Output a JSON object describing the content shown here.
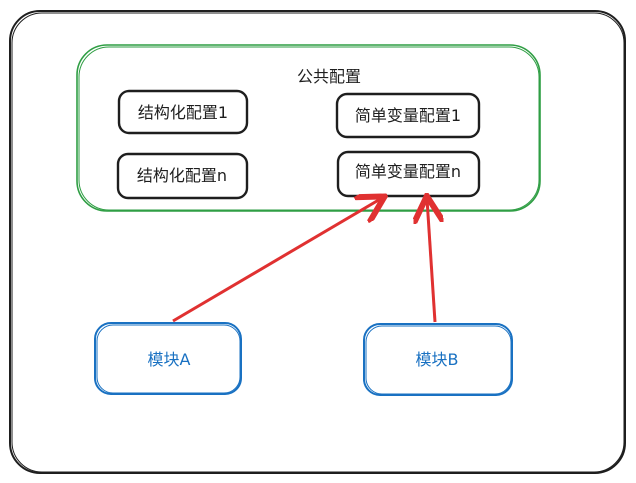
{
  "common_config": {
    "title": "公共配置"
  },
  "structured": [
    "结构化配置1",
    "结构化配置n"
  ],
  "simple": [
    "简单变量配置1",
    "简单变量配置n"
  ],
  "modules": [
    "模块A",
    "模块B"
  ],
  "colors": {
    "frame": "#1e1e1e",
    "group": "#2f9e44",
    "module": "#1971c2",
    "arrow": "#e03131"
  }
}
